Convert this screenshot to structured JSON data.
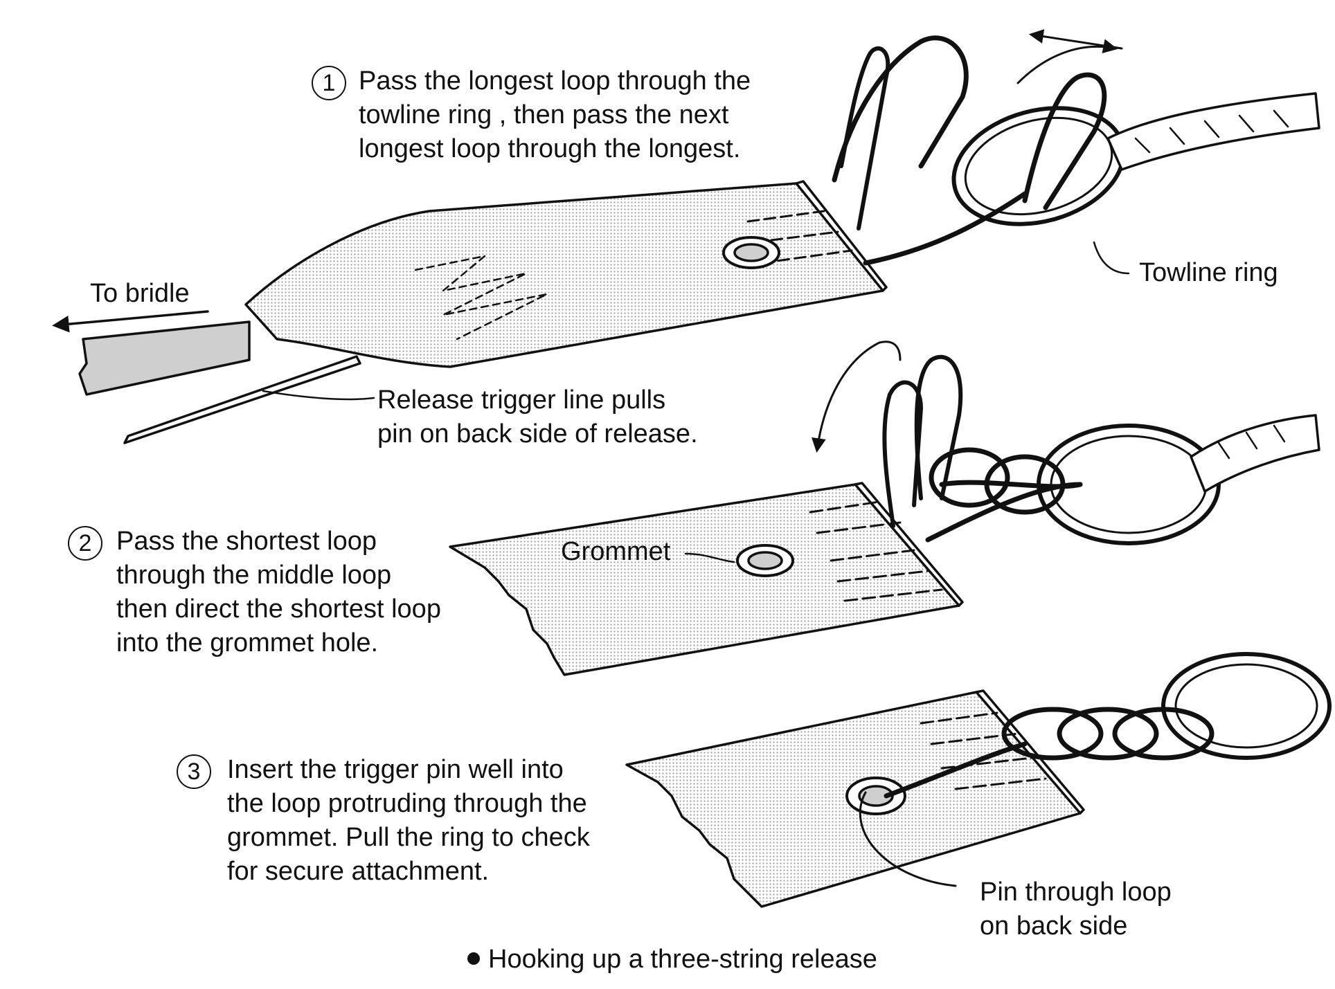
{
  "steps": [
    {
      "number": "1",
      "lines": [
        "Pass the longest loop through the",
        "towline ring , then pass the next",
        "longest loop through the longest."
      ]
    },
    {
      "number": "2",
      "lines": [
        "Pass the shortest loop",
        "through the middle loop",
        "then direct the shortest loop",
        "into the grommet hole."
      ]
    },
    {
      "number": "3",
      "lines": [
        "Insert the trigger pin well into",
        "the loop protruding through the",
        "grommet. Pull the ring to check",
        "for secure attachment."
      ]
    }
  ],
  "labels": {
    "to_bridle": "To bridle",
    "towline_ring": "Towline ring",
    "release_trigger": [
      "Release trigger line pulls",
      "pin on back side of release."
    ],
    "grommet": "Grommet",
    "pin_through_loop": [
      "Pin through loop",
      "on back side"
    ]
  },
  "caption": "Hooking up a three-string release",
  "colors": {
    "ink": "#111111",
    "fill": "#d9d9d9",
    "paper": "#ffffff"
  }
}
